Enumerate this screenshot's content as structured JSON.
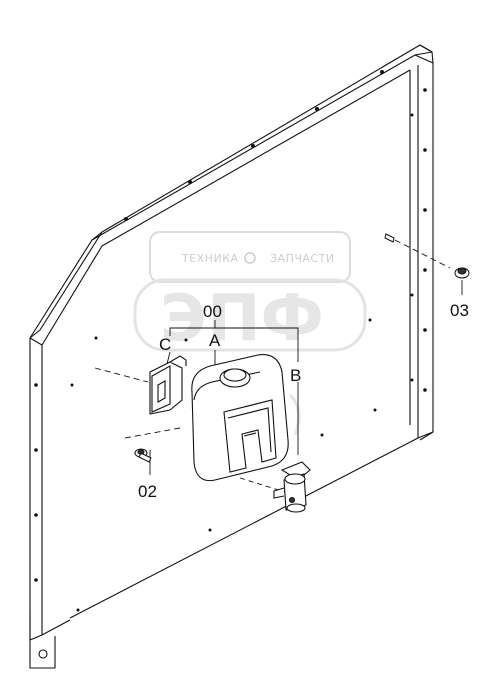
{
  "diagram": {
    "callouts": {
      "assembly": "00",
      "part_a": "A",
      "part_b": "B",
      "part_c": "C",
      "bolt": "02",
      "nut": "03"
    }
  },
  "watermark": {
    "left_word": "ТЕХНИКА",
    "right_word": "ЗАПЧАСТИ",
    "logo_letters": "ЭПФ"
  },
  "colors": {
    "line": "#111111",
    "watermark": "#cfcfcf"
  }
}
